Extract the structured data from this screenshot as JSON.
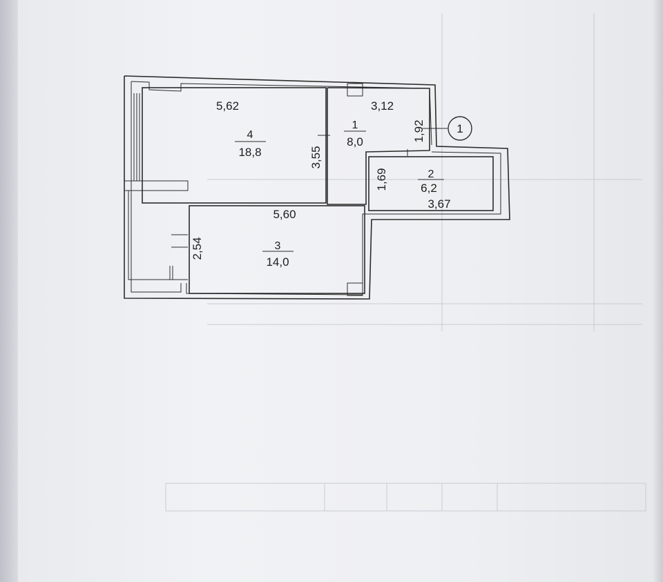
{
  "plan": {
    "rooms": [
      {
        "number": "1",
        "area": "8,0"
      },
      {
        "number": "2",
        "area": "6,2"
      },
      {
        "number": "3",
        "area": "14,0"
      },
      {
        "number": "4",
        "area": "18,8"
      }
    ],
    "dimensions": {
      "room4_width": "5,62",
      "room4_height": "3,55",
      "room1_width": "3,12",
      "room1_height": "1,92",
      "room2_height": "1,69",
      "room2_width": "3,67",
      "room3_width": "5,60",
      "room3_height": "2,54"
    },
    "marker": "1"
  }
}
